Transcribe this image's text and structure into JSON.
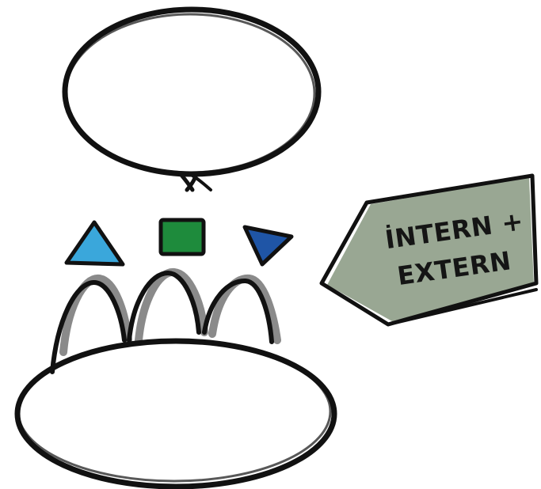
{
  "tag": {
    "line1": "İNTERN +",
    "line2": "EXTERN"
  },
  "shapes": [
    {
      "name": "triangle",
      "color": "#3aa7db"
    },
    {
      "name": "square",
      "color": "#1e8b3c"
    },
    {
      "name": "triangle-arrow",
      "color": "#1f55a6"
    }
  ],
  "colors": {
    "ink": "#111111",
    "tag_shadow": "#8e9d87",
    "arch_shadow": "#8a8a8a"
  }
}
